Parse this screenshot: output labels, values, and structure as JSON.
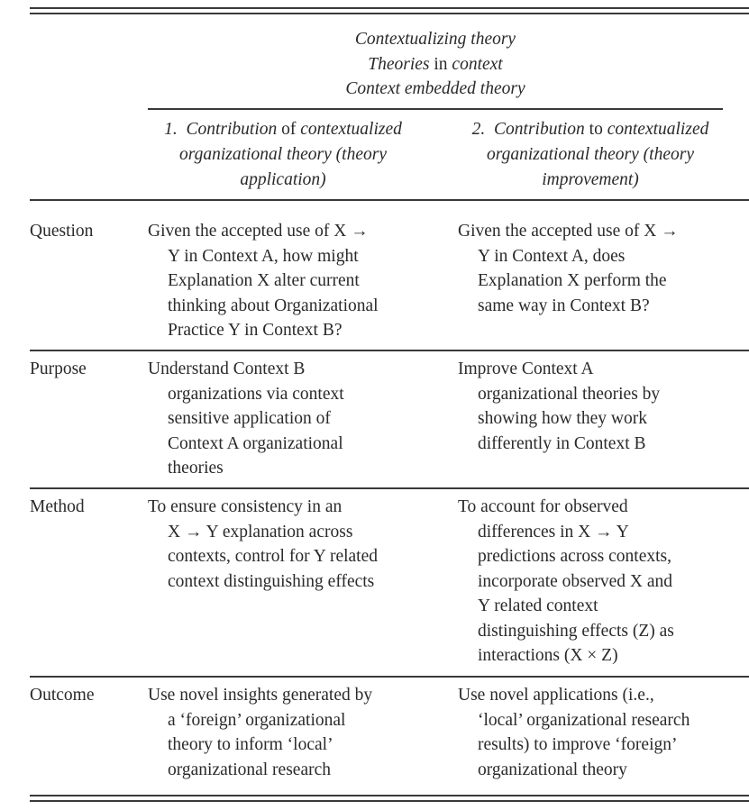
{
  "super_header": {
    "line1": "Contextualizing theory",
    "line2_a": "Theories",
    "line2_b": " in ",
    "line2_c": "context",
    "line3": "Context embedded theory"
  },
  "columns": [
    {
      "line1_num": "1.",
      "line1_a": "Contribution",
      "line1_b": " of ",
      "line1_c": "contextualized",
      "line2": "organizational theory (theory",
      "line3": "application)"
    },
    {
      "line1_num": "2.",
      "line1_a": "Contribution",
      "line1_b": " to ",
      "line1_c": "contextualized",
      "line2": "organizational theory (theory",
      "line3": "improvement)"
    }
  ],
  "rows": [
    {
      "label": "Question",
      "col1": [
        "Given the accepted use of X →",
        "Y in Context A, how might",
        "Explanation X alter current",
        "thinking about Organizational",
        "Practice Y in Context B?"
      ],
      "col2": [
        "Given the accepted use of X →",
        "Y in Context A, does",
        "Explanation X perform the",
        "same way in Context B?"
      ]
    },
    {
      "label": "Purpose",
      "col1": [
        "Understand Context B",
        "organizations via context",
        "sensitive application of",
        "Context A organizational",
        "theories"
      ],
      "col2": [
        "Improve Context A",
        "organizational theories by",
        "showing how they work",
        "differently in Context B"
      ]
    },
    {
      "label": "Method",
      "col1": [
        "To ensure consistency in an",
        "X → Y explanation across",
        "contexts, control for Y related",
        "context distinguishing effects"
      ],
      "col2": [
        "To account for observed",
        "differences in X → Y",
        "predictions across contexts,",
        "incorporate observed X and",
        "Y related context",
        "distinguishing effects (Z) as",
        "interactions (X × Z)"
      ]
    },
    {
      "label": "Outcome",
      "col1": [
        "Use novel insights generated by",
        "a ‘foreign’ organizational",
        "theory to inform ‘local’",
        "organizational research"
      ],
      "col2": [
        "Use novel applications (i.e.,",
        "‘local’ organizational research",
        "results) to improve ‘foreign’",
        "organizational theory"
      ]
    }
  ]
}
